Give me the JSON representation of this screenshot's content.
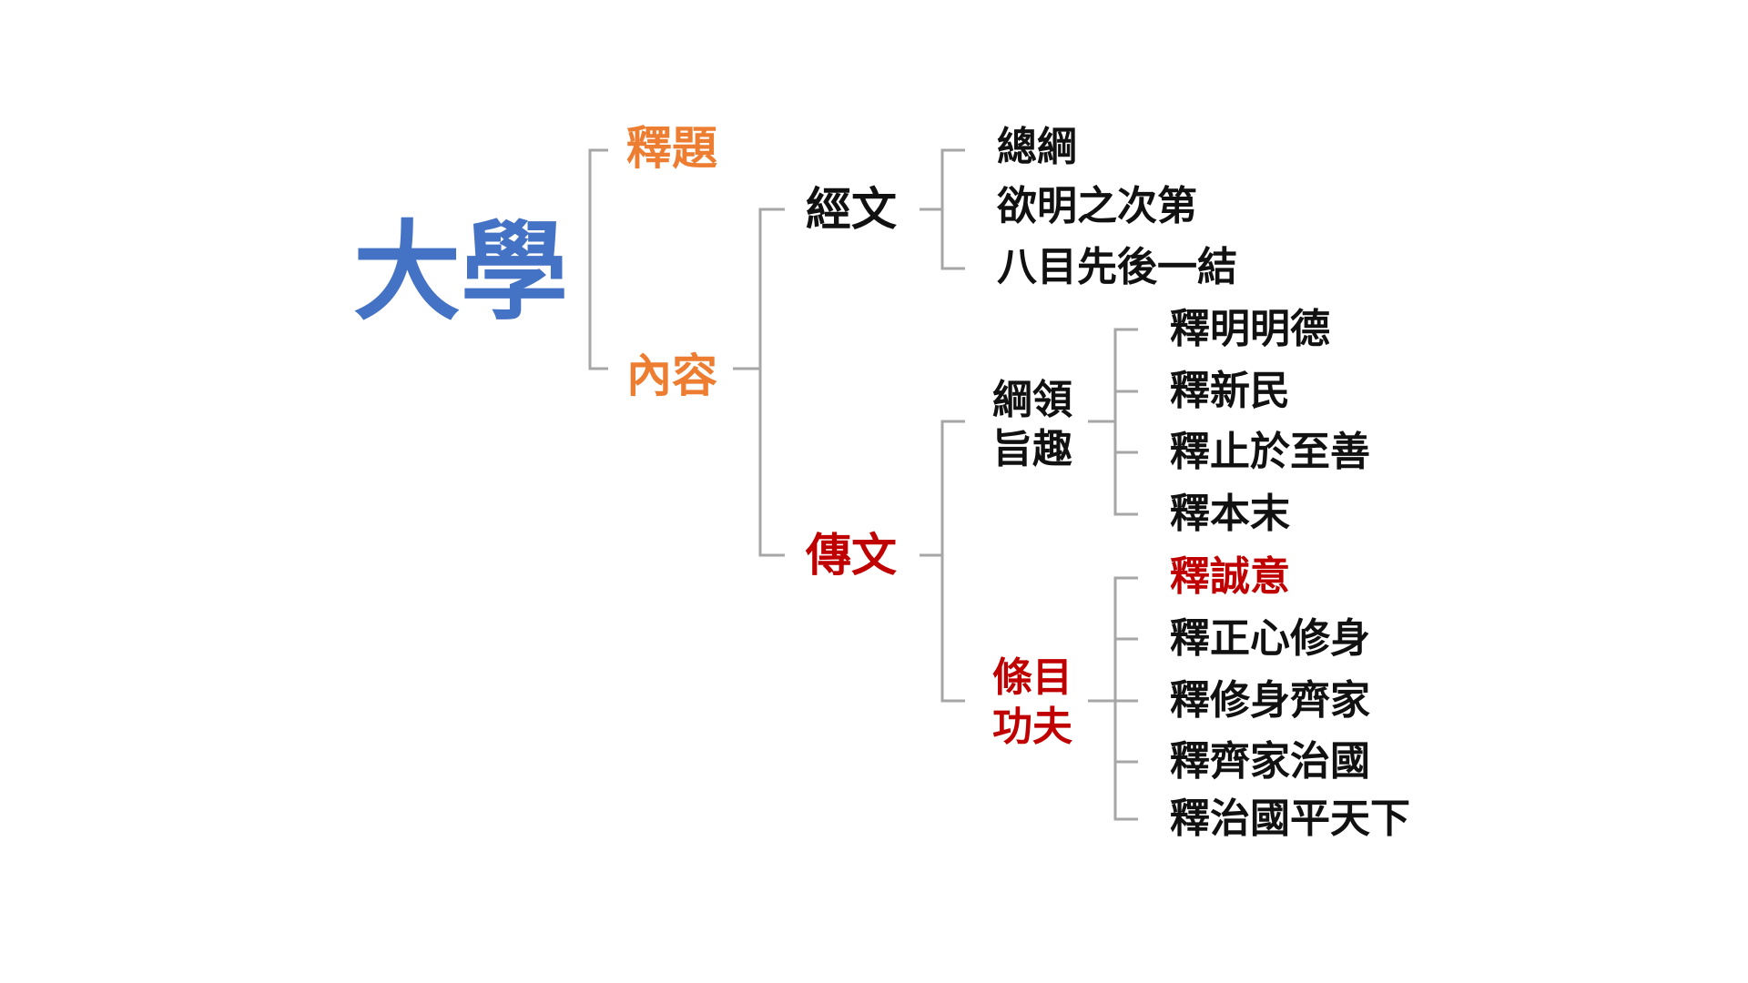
{
  "colors": {
    "root": "#4472c4",
    "level1": "#ed7d31",
    "emphasis": "#c00000",
    "text": "#111111",
    "connector": "#a6a6a6"
  },
  "tree": {
    "root": "大學",
    "level1": [
      {
        "label": "釋題"
      },
      {
        "label": "內容"
      }
    ],
    "jingwen": {
      "label": "經文",
      "children": [
        "總綱",
        "欲明之次第",
        "八目先後一結"
      ]
    },
    "zhuanwen": {
      "label": "傳文",
      "gangling": {
        "lines": [
          "綱領",
          "旨趣"
        ],
        "children": [
          "釋明明德",
          "釋新民",
          "釋止於至善",
          "釋本末"
        ]
      },
      "tiaomu": {
        "lines": [
          "條目",
          "功夫"
        ],
        "children": [
          "釋誠意",
          "釋正心修身",
          "釋修身齊家",
          "釋齊家治國",
          "釋治國平天下"
        ]
      }
    }
  }
}
